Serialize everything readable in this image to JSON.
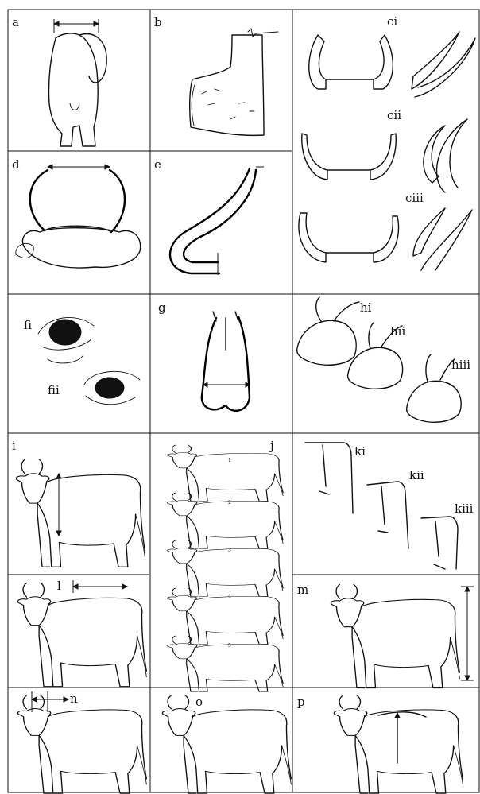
{
  "panels": {
    "a": "a",
    "b": "b",
    "ci": "ci",
    "cii": "cii",
    "ciii": "ciii",
    "d": "d",
    "e": "e",
    "fi": "fi",
    "fii": "fii",
    "g": "g",
    "hi": "hi",
    "hii": "hii",
    "hiii": "hiii",
    "i": "i",
    "j": "j",
    "ki": "ki",
    "kii": "kii",
    "kiii": "kiii",
    "l": "l",
    "m": "m",
    "n": "n",
    "o": "o",
    "p": "p"
  },
  "j_numbers": [
    "1",
    "2",
    "3",
    "4",
    "5"
  ]
}
